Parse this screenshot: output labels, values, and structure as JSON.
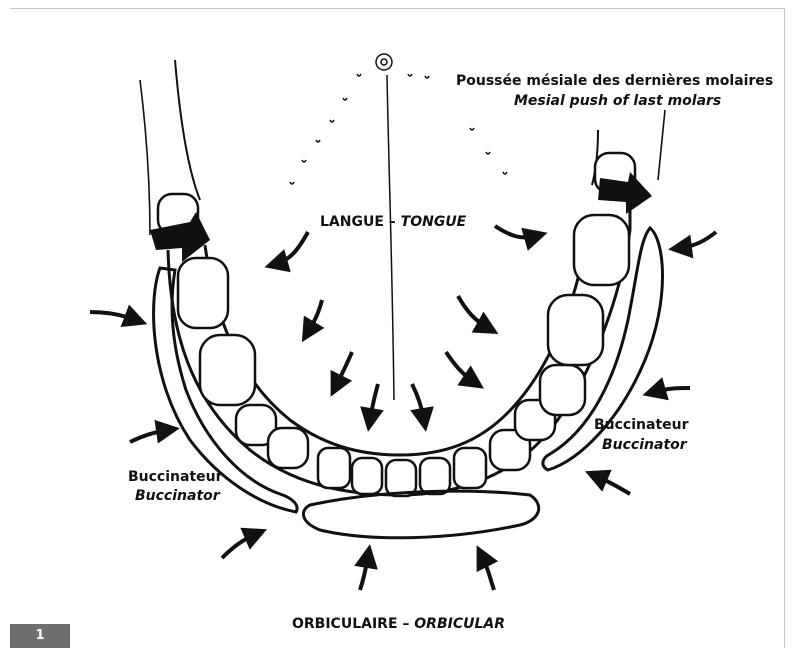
{
  "labels": {
    "push_fr": "Poussée mésiale des dernières molaires",
    "push_en": "Mesial push of last molars",
    "tongue_fr": "LANGUE – ",
    "tongue_en": "TONGUE",
    "buccinator_right_fr": "Buccinateur",
    "buccinator_right_en": "Buccinator",
    "buccinator_left_fr": "Buccinateur",
    "buccinator_left_en": "Buccinator",
    "orbicular_fr": "ORBICULAIRE – ",
    "orbicular_en": "ORBICULAR"
  },
  "figure_number": "1",
  "colors": {
    "ink": "#111111",
    "tab": "#6e6e6e",
    "frame": "#c8c8c8"
  }
}
